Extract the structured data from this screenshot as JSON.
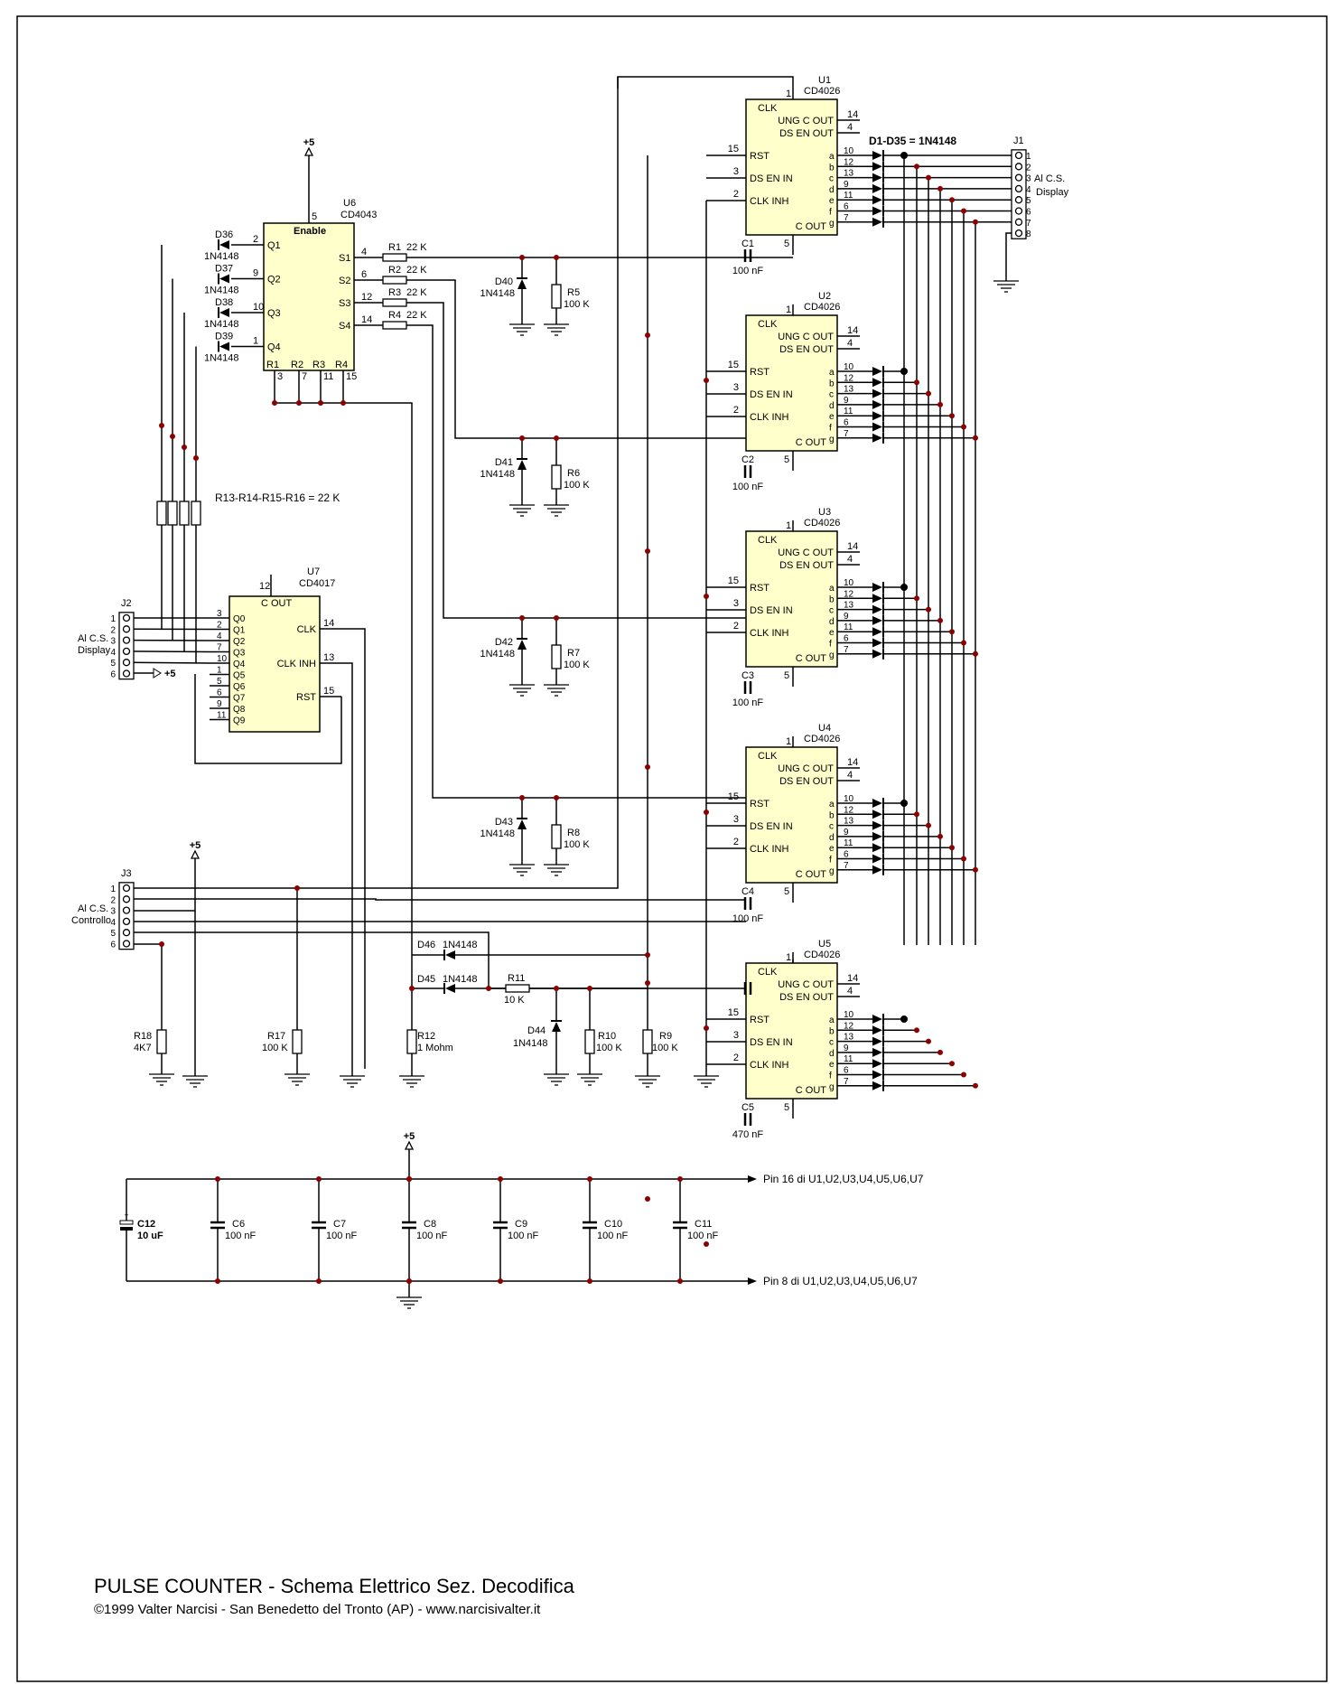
{
  "title": "PULSE COUNTER - Schema Elettrico Sez. Decodifica",
  "copyright": "©1999 Valter Narcisi - San Benedetto del Tronto (AP) - www.narcisivalter.it",
  "colors": {
    "ic_fill": "#FFFFCC",
    "node": "#8B0000",
    "wire": "#000000",
    "frame": "#000000"
  },
  "power": {
    "vcc": "+5"
  },
  "note_diodes": "D1-D35 = 1N4148",
  "note_resistors": "R13-R14-R15-R16 = 22 K",
  "counters": [
    {
      "ref": "U1",
      "part": "CD4026",
      "cap_ref": "C1",
      "cap_val": "100 nF"
    },
    {
      "ref": "U2",
      "part": "CD4026",
      "cap_ref": "C2",
      "cap_val": "100 nF"
    },
    {
      "ref": "U3",
      "part": "CD4026",
      "cap_ref": "C3",
      "cap_val": "100 nF"
    },
    {
      "ref": "U4",
      "part": "CD4026",
      "cap_ref": "C4",
      "cap_val": "100 nF"
    },
    {
      "ref": "U5",
      "part": "CD4026",
      "cap_ref": "C5",
      "cap_val": "470 nF"
    }
  ],
  "cd4026_pins": {
    "left": [
      {
        "name": "CLK",
        "num": "1"
      },
      {
        "name": "RST",
        "num": "15"
      },
      {
        "name": "DS EN IN",
        "num": "3"
      },
      {
        "name": "CLK INH",
        "num": "2"
      }
    ],
    "right_top": [
      {
        "name": "UNG C OUT",
        "num": "14"
      },
      {
        "name": "DS EN OUT",
        "num": "4"
      }
    ],
    "segments": [
      {
        "name": "a",
        "num": "10"
      },
      {
        "name": "b",
        "num": "12"
      },
      {
        "name": "c",
        "num": "13"
      },
      {
        "name": "d",
        "num": "9"
      },
      {
        "name": "e",
        "num": "11"
      },
      {
        "name": "f",
        "num": "6"
      },
      {
        "name": "g",
        "num": "7"
      }
    ],
    "bottom": {
      "name": "C OUT",
      "num": "5"
    }
  },
  "u6": {
    "ref": "U6",
    "part": "CD4043",
    "enable": "Enable",
    "enable_pin": "5",
    "q_pins": [
      {
        "name": "Q1",
        "num": "2"
      },
      {
        "name": "Q2",
        "num": "9"
      },
      {
        "name": "Q3",
        "num": "10"
      },
      {
        "name": "Q4",
        "num": "1"
      }
    ],
    "s_pins": [
      {
        "name": "S1",
        "num": "4"
      },
      {
        "name": "S2",
        "num": "6"
      },
      {
        "name": "S3",
        "num": "12"
      },
      {
        "name": "S4",
        "num": "14"
      }
    ],
    "r_pins": [
      {
        "name": "R1",
        "num": "3"
      },
      {
        "name": "R2",
        "num": "7"
      },
      {
        "name": "R3",
        "num": "11"
      },
      {
        "name": "R4",
        "num": "15"
      }
    ]
  },
  "u7": {
    "ref": "U7",
    "part": "CD4017",
    "cout": "C OUT",
    "cout_pin": "12",
    "outputs": [
      {
        "name": "Q0",
        "num": "3"
      },
      {
        "name": "Q1",
        "num": "2"
      },
      {
        "name": "Q2",
        "num": "4"
      },
      {
        "name": "Q3",
        "num": "7"
      },
      {
        "name": "Q4",
        "num": "10"
      },
      {
        "name": "Q5",
        "num": "1"
      },
      {
        "name": "Q6",
        "num": "5"
      },
      {
        "name": "Q7",
        "num": "6"
      },
      {
        "name": "Q8",
        "num": "9"
      },
      {
        "name": "Q9",
        "num": "11"
      }
    ],
    "inputs": [
      {
        "name": "CLK",
        "num": "14"
      },
      {
        "name": "CLK INH",
        "num": "13"
      },
      {
        "name": "RST",
        "num": "15"
      }
    ]
  },
  "q_diodes": [
    {
      "ref": "D36",
      "val": "1N4148"
    },
    {
      "ref": "D37",
      "val": "1N4148"
    },
    {
      "ref": "D38",
      "val": "1N4148"
    },
    {
      "ref": "D39",
      "val": "1N4148"
    }
  ],
  "s_resistors": [
    {
      "ref": "R1",
      "val": "22 K"
    },
    {
      "ref": "R2",
      "val": "22 K"
    },
    {
      "ref": "R3",
      "val": "22 K"
    },
    {
      "ref": "R4",
      "val": "22 K"
    }
  ],
  "clamps": [
    {
      "d": "D40",
      "dval": "1N4148",
      "r": "R5",
      "rval": "100 K"
    },
    {
      "d": "D41",
      "dval": "1N4148",
      "r": "R6",
      "rval": "100 K"
    },
    {
      "d": "D42",
      "dval": "1N4148",
      "r": "R7",
      "rval": "100 K"
    },
    {
      "d": "D43",
      "dval": "1N4148",
      "r": "R8",
      "rval": "100 K"
    }
  ],
  "connectors": {
    "j1": {
      "ref": "J1",
      "label1": "Al C.S.",
      "label2": "Display",
      "pins": [
        "1",
        "2",
        "3",
        "4",
        "5",
        "6",
        "7",
        "8"
      ]
    },
    "j2": {
      "ref": "J2",
      "label1": "Al C.S.",
      "label2": "Display",
      "pins": [
        "1",
        "2",
        "3",
        "4",
        "5",
        "6"
      ]
    },
    "j3": {
      "ref": "J3",
      "label1": "Al C.S.",
      "label2": "Controllo",
      "pins": [
        "1",
        "2",
        "3",
        "4",
        "5",
        "6"
      ]
    }
  },
  "bottom_parts": {
    "d46": {
      "ref": "D46",
      "val": "1N4148"
    },
    "d45": {
      "ref": "D45",
      "val": "1N4148"
    },
    "d44": {
      "ref": "D44",
      "val": "1N4148"
    },
    "r11": {
      "ref": "R11",
      "val": "10 K"
    },
    "r18": {
      "ref": "R18",
      "val": "4K7"
    },
    "r17": {
      "ref": "R17",
      "val": "100 K"
    },
    "r12": {
      "ref": "R12",
      "val": "1 Mohm"
    },
    "r10": {
      "ref": "R10",
      "val": "100 K"
    },
    "r9": {
      "ref": "R9",
      "val": "100 K"
    }
  },
  "decoupling": {
    "c12": {
      "ref": "C12",
      "val": "10 uF"
    },
    "caps": [
      {
        "ref": "C6",
        "val": "100 nF"
      },
      {
        "ref": "C7",
        "val": "100 nF"
      },
      {
        "ref": "C8",
        "val": "100 nF"
      },
      {
        "ref": "C9",
        "val": "100 nF"
      },
      {
        "ref": "C10",
        "val": "100 nF"
      },
      {
        "ref": "C11",
        "val": "100 nF"
      }
    ],
    "pin16": "Pin 16 di U1,U2,U3,U4,U5,U6,U7",
    "pin8": "Pin 8 di U1,U2,U3,U4,U5,U6,U7"
  }
}
